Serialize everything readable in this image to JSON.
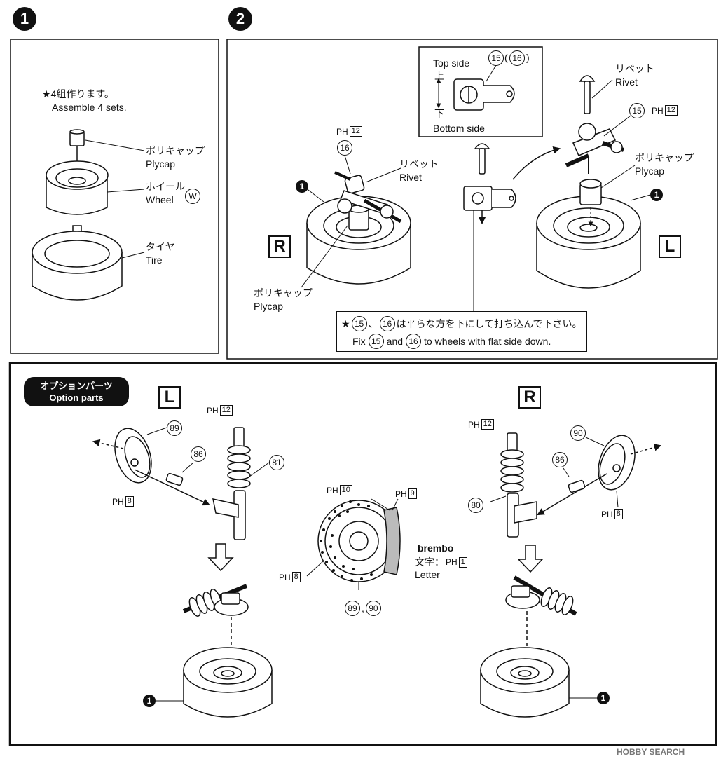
{
  "step1": {
    "number": "1",
    "note_jp": "★4組作ります。",
    "note_en": "Assemble 4 sets.",
    "plycap_jp": "ポリキャップ",
    "plycap_en": "Plycap",
    "wheel_jp": "ホイール",
    "wheel_en": "Wheel",
    "wheel_code": "W",
    "tire_jp": "タイヤ",
    "tire_en": "Tire"
  },
  "step2": {
    "number": "2",
    "inset": {
      "top_side": "Top side",
      "top_jp": "上",
      "bottom_jp": "下",
      "bottom_side": "Bottom side",
      "part_a": "15",
      "part_b": "16"
    },
    "ref_step": "1",
    "left_view": {
      "side": "R",
      "ph_label": "PH",
      "ph_num": "12",
      "part": "16",
      "rivet_jp": "リベット",
      "rivet_en": "Rivet",
      "plycap_jp": "ポリキャップ",
      "plycap_en": "Plycap"
    },
    "right_view": {
      "side": "L",
      "rivet_jp": "リベット",
      "rivet_en": "Rivet",
      "part": "15",
      "ph_label": "PH",
      "ph_num": "12",
      "plycap_jp": "ポリキャップ",
      "plycap_en": "Plycap"
    },
    "note": {
      "line1_jp_suffix": "は平らな方を下にして打ち込んで下さい。",
      "line2_pre": "Fix",
      "line2_mid": "and",
      "line2_post": "to wheels with flat side down.",
      "part_a": "15",
      "part_b": "16"
    }
  },
  "options": {
    "pill_jp": "オプションパーツ",
    "pill_en": "Option parts",
    "left_side": "L",
    "right_side": "R",
    "left": {
      "rotor_part": "89",
      "spacer_part": "86",
      "shock_part": "81",
      "ph_top": "12",
      "ph_rotor": "8"
    },
    "right": {
      "rotor_part": "90",
      "spacer_part": "86",
      "shock_part": "80",
      "ph_top": "12",
      "ph_rotor": "8"
    },
    "center": {
      "ph_disc": "10",
      "ph_caliper": "9",
      "ph_rotor": "8",
      "brand": "brembo",
      "letter_jp": "文字：",
      "letter_ph": "1",
      "letter_en": "Letter",
      "parts_a": "89",
      "parts_sep": ",",
      "parts_b": "90"
    },
    "ref_step": "1",
    "ph_label": "PH"
  },
  "watermark": "HOBBY SEARCH"
}
